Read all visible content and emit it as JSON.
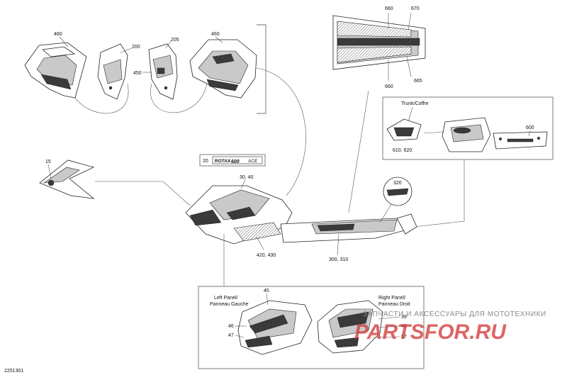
{
  "callouts": {
    "c460a": "460",
    "c200": "200",
    "c205": "205",
    "c450": "450",
    "c460b": "460",
    "c660a": "660",
    "c670": "670",
    "c665": "665",
    "c660b": "660",
    "c15": "15",
    "c20": "20",
    "c3040": "30, 40",
    "c420430": "420, 430",
    "c300310": "300, 310",
    "c320": "320",
    "c610620": "610, 620",
    "c600": "600",
    "c45": "45",
    "c46a": "46",
    "c47a": "47",
    "c39": "39",
    "c46b": "46",
    "c37": "37"
  },
  "labels": {
    "trunk": "Trunk/Coffre",
    "left_panel_1": "Left Panel/",
    "left_panel_2": "Panneau Gauche",
    "right_panel_1": "Right Panel/",
    "right_panel_2": "Panneau Droit",
    "decal_rotax": "ROTAX",
    "decal_600": "600",
    "decal_ace": "ACE",
    "figure_id": "2251301"
  },
  "watermark": {
    "text": "ЗАПЧАСТИ И АКСЕССУАРЫ ДЛЯ МОТОТЕХНИКИ",
    "logo": "PARTSFOR.RU",
    "color": "#d43a3a"
  }
}
